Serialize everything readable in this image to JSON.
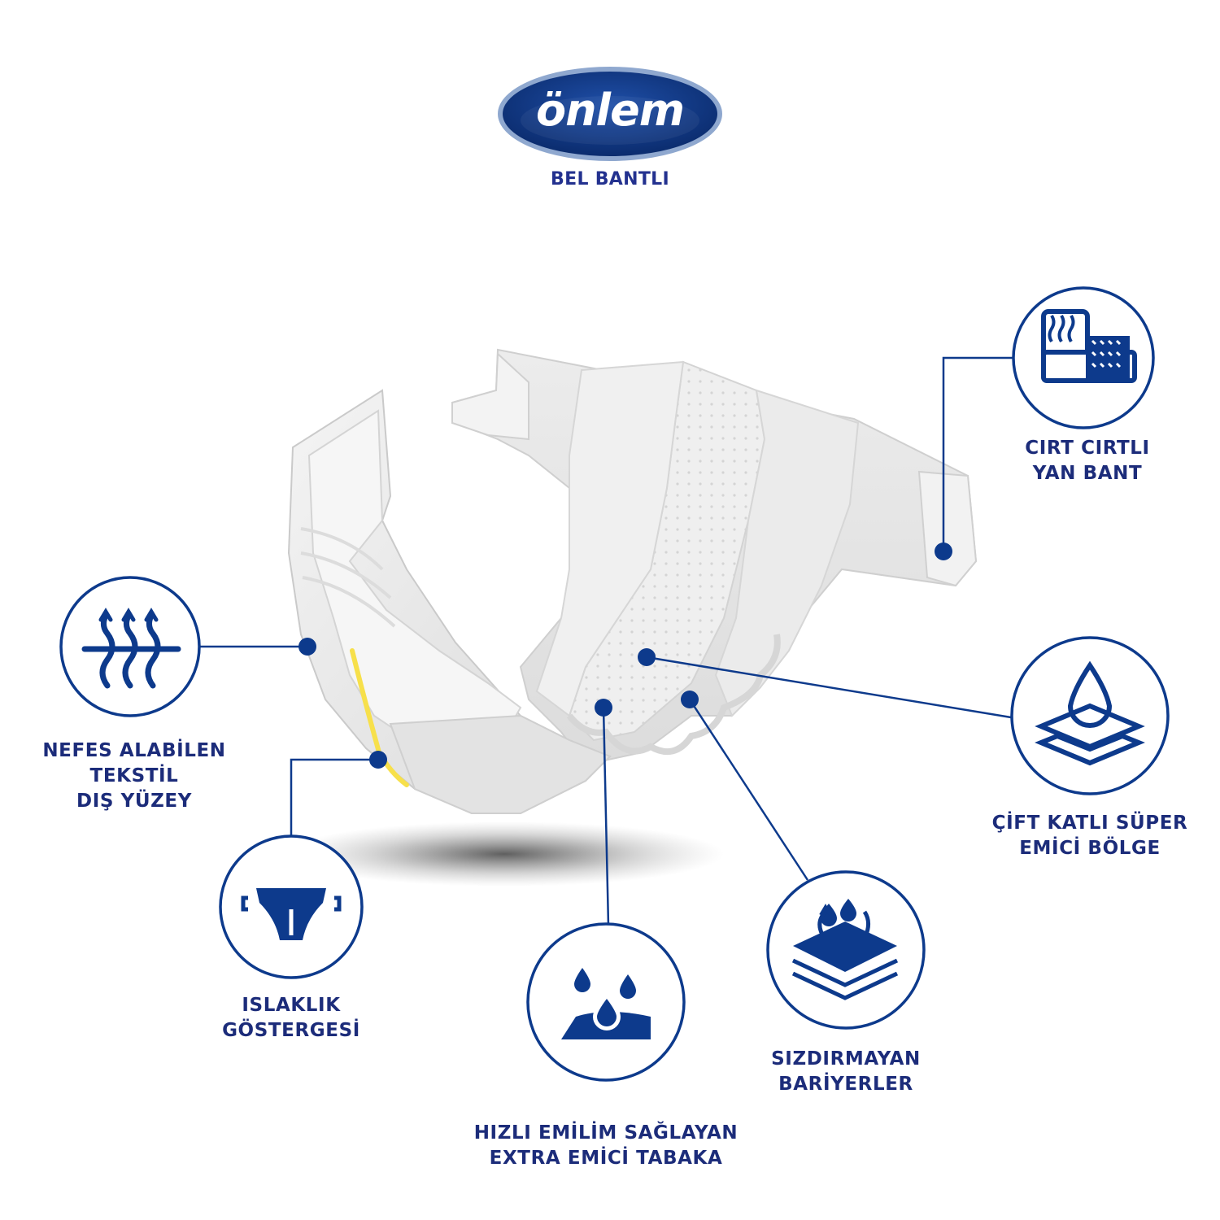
{
  "brand": {
    "logo_text": "önlem",
    "subtitle": "BEL BANTLI"
  },
  "colors": {
    "navy": "#0d3a8c",
    "text": "#1c2c7a",
    "indicator_yellow": "#f7e04b"
  },
  "features": [
    {
      "id": "velcro",
      "icon": "velcro-tape-icon",
      "lines": [
        "CIRT CIRTLI",
        "YAN BANT"
      ]
    },
    {
      "id": "breathable",
      "icon": "breathable-textile-icon",
      "lines": [
        "NEFES ALABİLEN",
        "TEKSTİL",
        "DIŞ YÜZEY"
      ]
    },
    {
      "id": "double-layer",
      "icon": "double-layer-drop-icon",
      "lines": [
        "ÇİFT KATLI SÜPER",
        "EMİCİ BÖLGE"
      ]
    },
    {
      "id": "wetness",
      "icon": "diaper-indicator-icon",
      "lines": [
        "ISLAKLIK",
        "GÖSTERGESİ"
      ]
    },
    {
      "id": "absorbent",
      "icon": "absorbent-layer-icon",
      "lines": [
        "HIZLI EMİLİM SAĞLAYAN",
        "EXTRA EMİCİ TABAKA"
      ]
    },
    {
      "id": "barrier",
      "icon": "leak-barrier-icon",
      "lines": [
        "SIZDIRMAYAN",
        "BARİYERLER"
      ]
    }
  ]
}
